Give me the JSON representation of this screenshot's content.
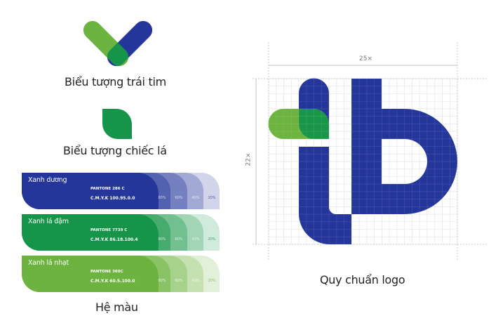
{
  "symbols": {
    "heart": {
      "caption": "Biểu tượng trái tim"
    },
    "leaf": {
      "caption": "Biểu tượng chiếc lá"
    }
  },
  "palette": {
    "caption": "Hệ màu",
    "swatches": [
      {
        "name": "Xanh dương",
        "pantone": "PANTONE 286 C",
        "cmyk": "C.M.Y.K  100.95.0.0",
        "color": "#25369a",
        "tints": [
          {
            "label": "80%",
            "color": "#5261b0"
          },
          {
            "label": "60%",
            "color": "#7480c0"
          },
          {
            "label": "40%",
            "color": "#a3a9d5"
          },
          {
            "label": "20%",
            "color": "#d2d5ea"
          }
        ]
      },
      {
        "name": "Xanh lá đậm",
        "pantone": "PANTONE 7739 C",
        "cmyk": "C.M.Y.K  86.18.100.4",
        "color": "#16954a",
        "tints": [
          {
            "label": "80%",
            "color": "#46ab6d"
          },
          {
            "label": "60%",
            "color": "#72bf90"
          },
          {
            "label": "40%",
            "color": "#a2d5b6"
          },
          {
            "label": "20%",
            "color": "#d0eadb"
          }
        ]
      },
      {
        "name": "Xanh lá nhạt",
        "pantone": "PANTONE 360C",
        "cmyk": "C.M.Y.K  60.5.100.0",
        "color": "#6db33f",
        "tints": [
          {
            "label": "80%",
            "color": "#8ac365"
          },
          {
            "label": "60%",
            "color": "#a7d28c"
          },
          {
            "label": "40%",
            "color": "#c5e1b2"
          },
          {
            "label": "20%",
            "color": "#e2f0d9"
          }
        ]
      }
    ]
  },
  "logo_spec": {
    "caption": "Quy chuẩn logo",
    "width_label": "25×",
    "height_label": "22×",
    "colors": {
      "blue": "#25369a",
      "dark_green": "#16954a",
      "light_green": "#6db33f"
    }
  }
}
